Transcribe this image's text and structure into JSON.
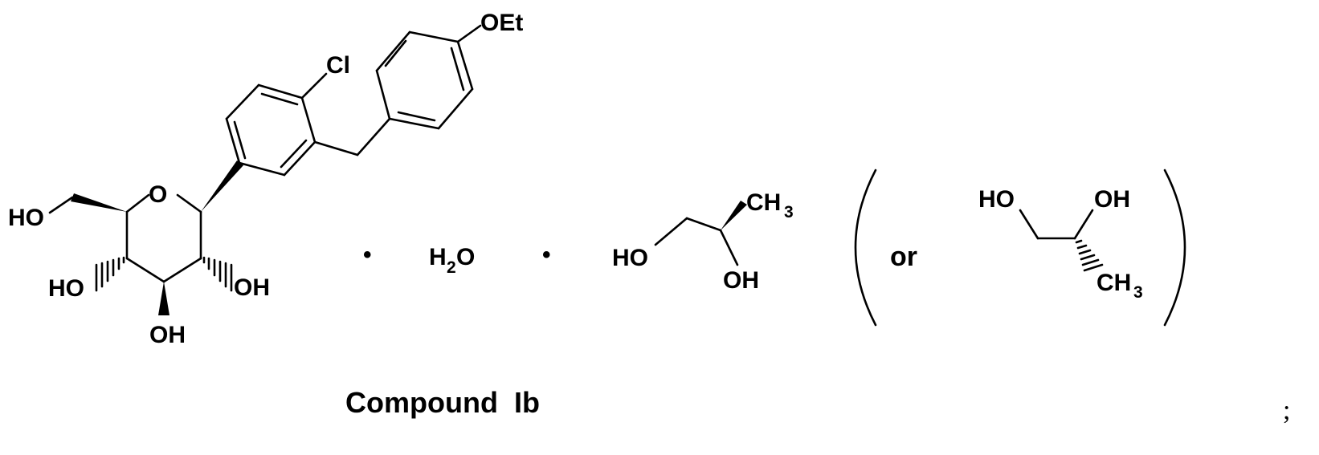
{
  "labels": {
    "oet": "OEt",
    "cl": "Cl",
    "ring_o": "O",
    "ho_ch2": "HO",
    "ho_c4": "HO",
    "oh_c2": "OH",
    "oh_c3": "OH",
    "h2o_h": "H",
    "h2o_sub": "2",
    "h2o_o": "O",
    "pg1_ch": "CH",
    "pg1_sub": "3",
    "pg1_ho": "HO",
    "pg1_oh": "OH",
    "or_word": "or",
    "pg2_ho": "HO",
    "pg2_oh": "OH",
    "pg2_ch": "CH",
    "pg2_sub": "3",
    "caption": "Compound  Ib",
    "semicolon": ";"
  },
  "separators": {
    "dot": "•"
  }
}
